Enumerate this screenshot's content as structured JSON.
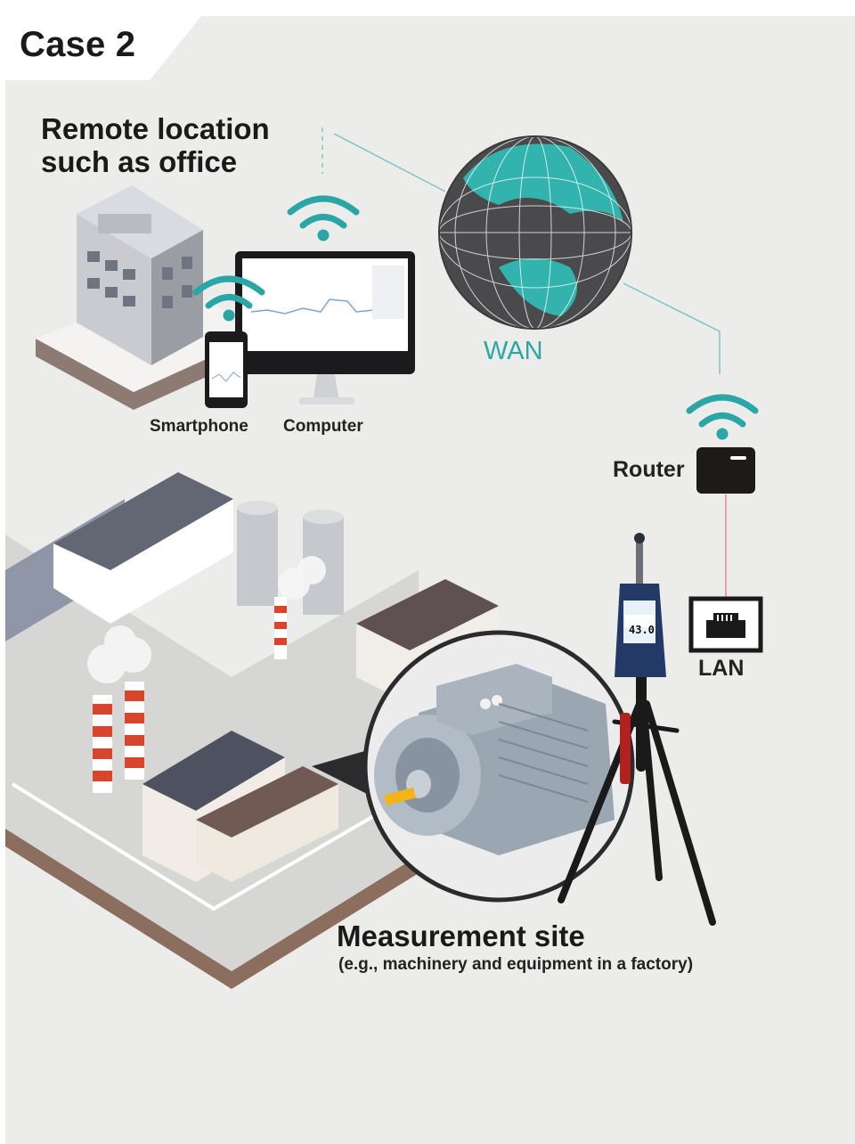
{
  "case_title": "Case 2",
  "remote": {
    "heading_line1": "Remote location",
    "heading_line2": "such as office",
    "smartphone_label": "Smartphone",
    "computer_label": "Computer"
  },
  "network": {
    "wan_label": "WAN",
    "router_label": "Router",
    "lan_label": "LAN"
  },
  "site": {
    "heading": "Measurement site",
    "subheading": "(e.g., machinery and equipment in a factory)"
  },
  "meter": {
    "readout": "43.0"
  },
  "colors": {
    "background_panel": "#ececea",
    "accent_teal": "#2aa6a6",
    "router_body": "#1f1a1a",
    "link_line": "#e08a8a",
    "title_tab": "#ffffff"
  },
  "icons": [
    "wifi-icon",
    "globe-icon",
    "office-building-icon",
    "computer-monitor-icon",
    "smartphone-icon",
    "router-icon",
    "lan-port-icon",
    "factory-icon",
    "electric-motor-icon",
    "sound-level-meter-icon",
    "tripod-icon"
  ]
}
